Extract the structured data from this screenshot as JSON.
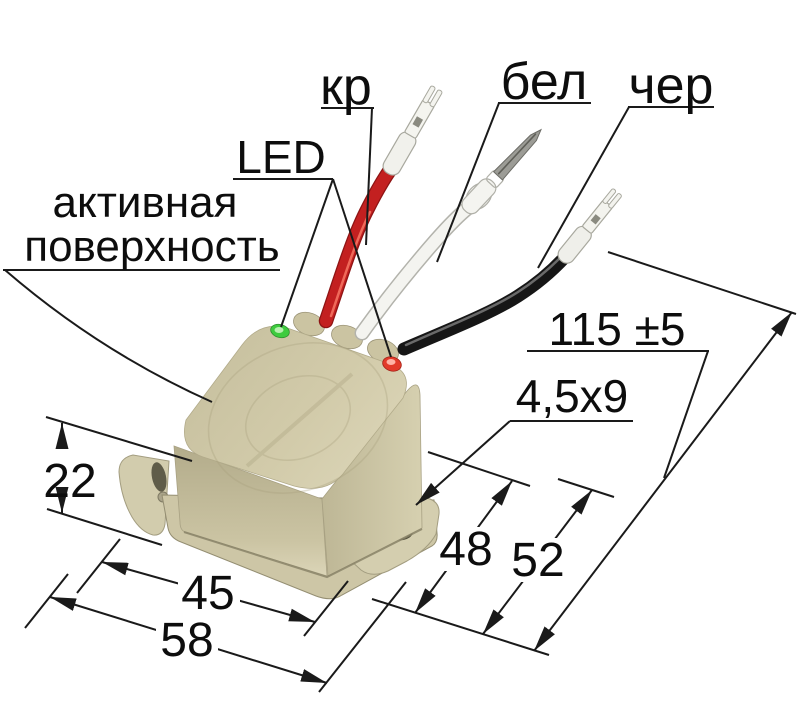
{
  "figure": {
    "type": "technical-drawing",
    "background": "#ffffff",
    "wire_labels": {
      "red": "кр",
      "white": "бел",
      "black": "чер"
    },
    "callouts": {
      "led": "LED",
      "active_surface_line1": "активная",
      "active_surface_line2": "поверхность"
    },
    "dimensions": {
      "wire_length": "115 ±5",
      "slot_size": "4,5x9",
      "body_height": "22",
      "mount_pitch_45": "45",
      "base_length_58": "58",
      "mount_pitch_48": "48",
      "base_width_52": "52"
    },
    "indicators": {
      "green_led": "green-led",
      "red_led": "red-led"
    },
    "colors": {
      "body": "#cfc9a8",
      "body_dark": "#b8b191",
      "body_light": "#e2ddc1",
      "plate": "#cdc6a6",
      "led_green": "#3ecb3e",
      "led_red": "#e23a2a",
      "wire_red": "#c32020",
      "wire_white": "#f4f4f0",
      "wire_black": "#161616",
      "line": "#1a1a1a"
    }
  }
}
